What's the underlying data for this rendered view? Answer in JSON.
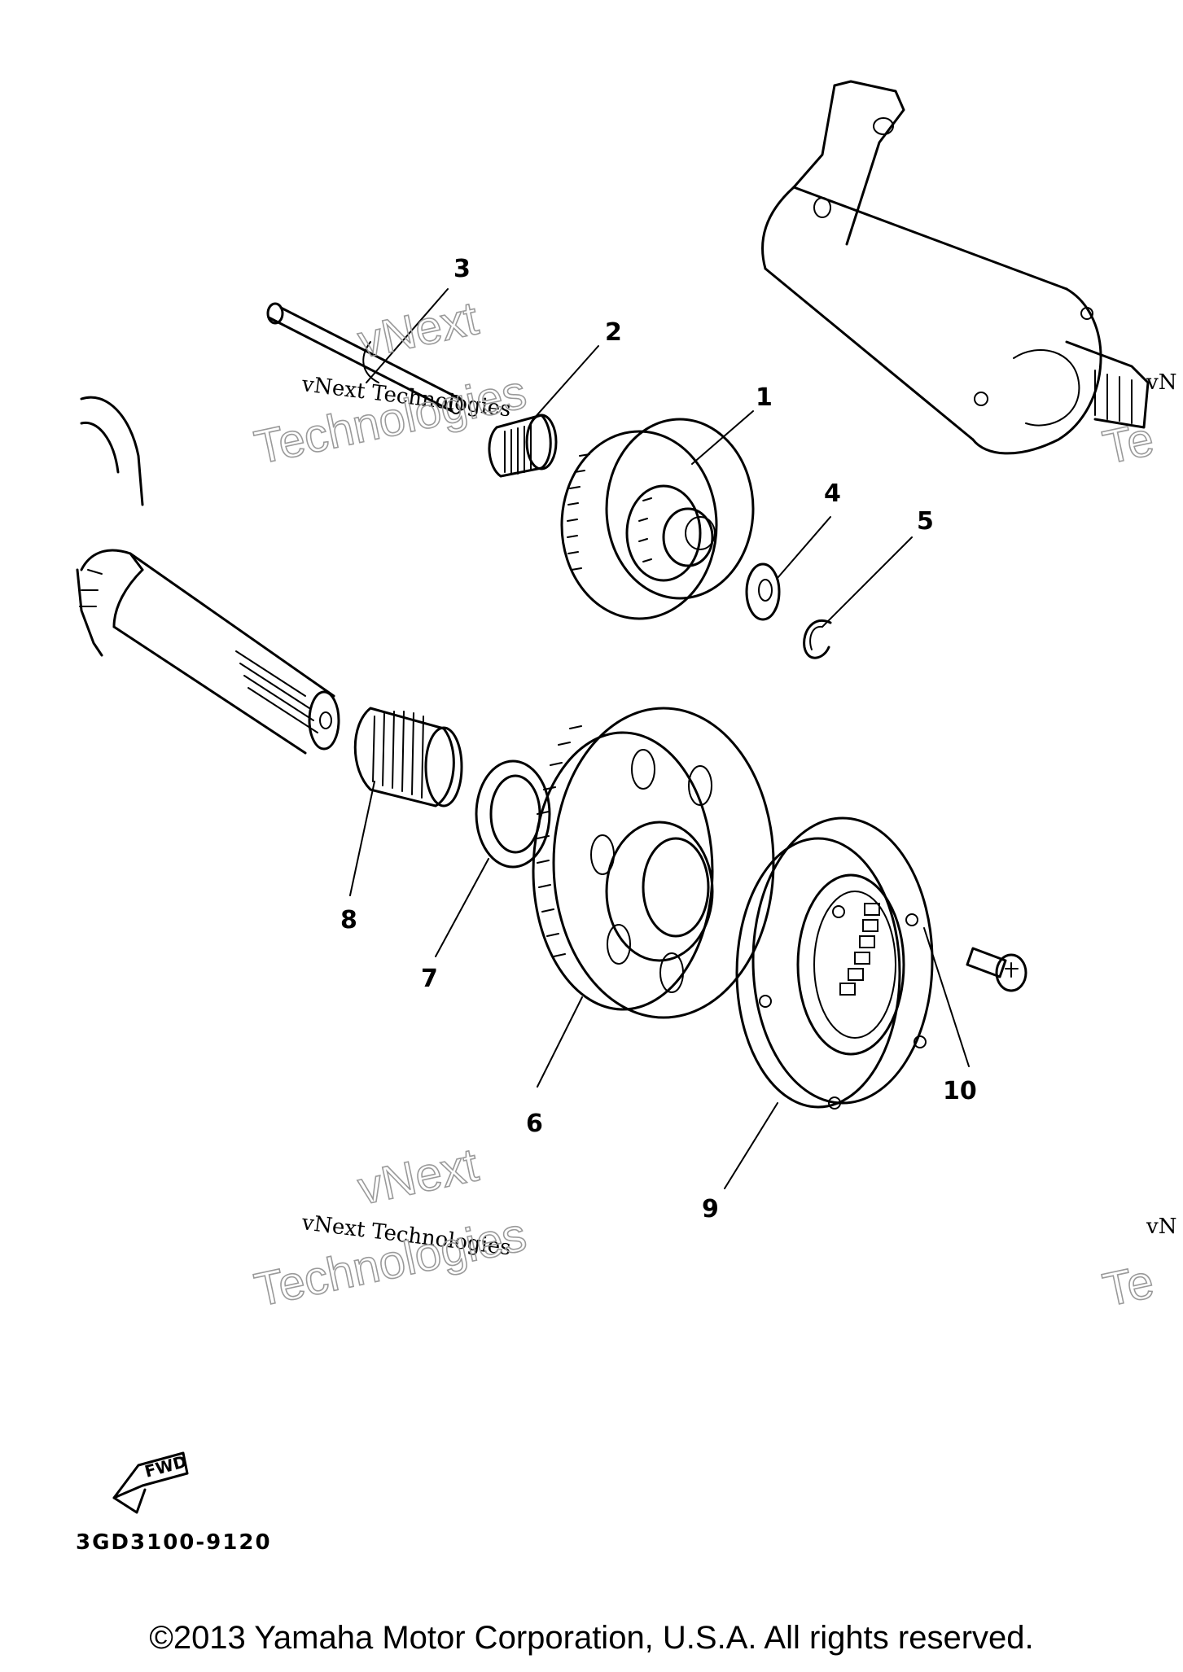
{
  "callouts": {
    "p1": "1",
    "p2": "2",
    "p3": "3",
    "p4": "4",
    "p5": "5",
    "p6": "6",
    "p7": "7",
    "p8": "8",
    "p9": "9",
    "p10": "10"
  },
  "watermark": {
    "line1": "vNext Technologies",
    "line2": "vNext",
    "line3": "Technologies",
    "edge1": "vN",
    "edge2": "Te"
  },
  "fwd_label": "FWD",
  "diagram_code": "3GD3100-9120",
  "copyright": "©2013 Yamaha Motor Corporation, U.S.A. All rights reserved."
}
